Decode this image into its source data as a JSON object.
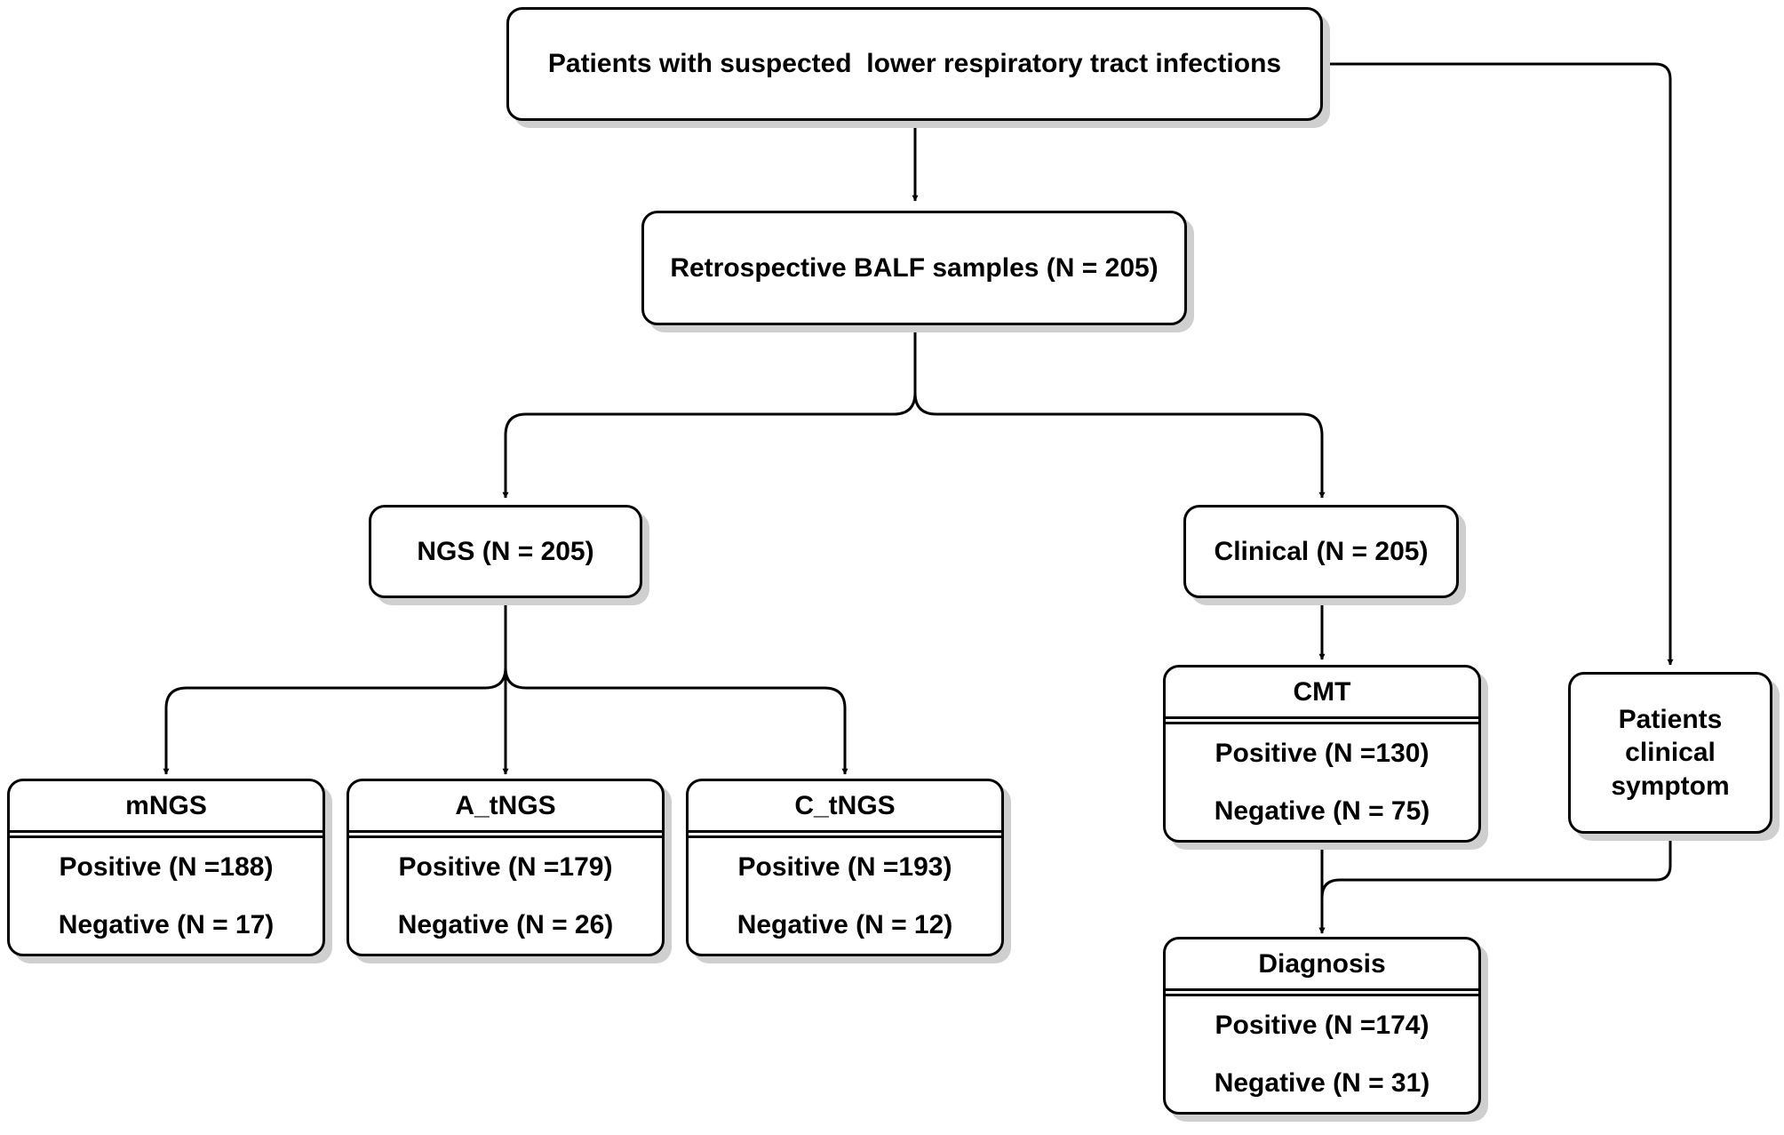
{
  "top": {
    "title": "Patients with suspected  lower respiratory tract infections"
  },
  "balf": {
    "label": "Retrospective BALF samples (N = 205)"
  },
  "ngs": {
    "label": "NGS (N = 205)"
  },
  "clinical": {
    "label": "Clinical (N = 205)"
  },
  "symptom": {
    "lines": [
      "Patients",
      "clinical",
      "symptom"
    ]
  },
  "mngs": {
    "title": "mNGS",
    "positive": "Positive (N =188)",
    "negative": "Negative (N = 17)"
  },
  "atngs": {
    "title": "A_tNGS",
    "positive": "Positive (N =179)",
    "negative": "Negative (N = 26)"
  },
  "ctngs": {
    "title": "C_tNGS",
    "positive": "Positive (N =193)",
    "negative": "Negative (N = 12)"
  },
  "cmt": {
    "title": "CMT",
    "positive": "Positive (N =130)",
    "negative": "Negative (N = 75)"
  },
  "diagnosis": {
    "title": "Diagnosis",
    "positive": "Positive (N =174)",
    "negative": "Negative (N = 31)"
  }
}
